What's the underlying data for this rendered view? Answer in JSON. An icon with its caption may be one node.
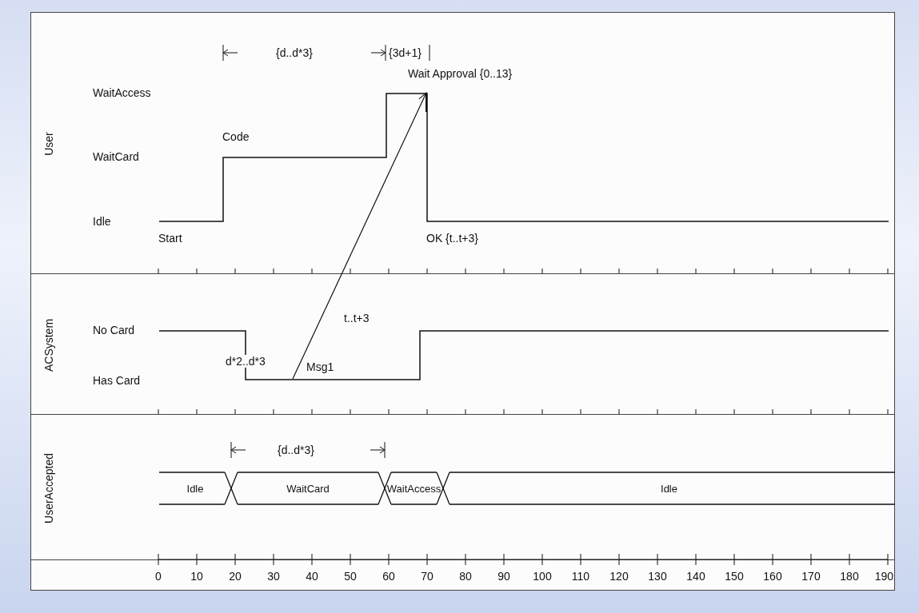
{
  "diagram": {
    "nodes": [
      {
        "text": [
          "User"
        ]
      },
      {
        "text": [],
        "shape": "line",
        "in": 0
      },
      {
        "text": [
          "ACSystem"
        ]
      },
      {
        "text": [],
        "shape": "line",
        "in": 2
      },
      {
        "text": [
          "UserAccepted"
        ]
      },
      {
        "text": [
          "Idle"
        ],
        "in": 4
      },
      {
        "text": [
          "WaitCard"
        ],
        "in": 4
      },
      {
        "text": [
          "WaitAccess"
        ],
        "in": 4
      },
      {
        "text": [
          "Idle"
        ],
        "in": 4
      }
    ],
    "edges": [
      {
        "from": 3,
        "to": 1,
        "arrow": "to",
        "label": "Msg1"
      }
    ],
    "labels": [
      "{d..d*3}",
      "{3d+1}",
      "Wait Approval {0..13}",
      "WaitAccess",
      "Code",
      "WaitCard",
      "Idle",
      "Start",
      "OK {t..t+3}",
      "No Card",
      "t..t+3",
      "d*2..d*3",
      "Has Card",
      "{d..d*3}",
      "0",
      "10",
      "20",
      "30",
      "40",
      "50",
      "60",
      "70",
      "80",
      "90",
      "100",
      "110",
      "120",
      "130",
      "140",
      "150",
      "160",
      "170",
      "180",
      "190"
    ]
  }
}
